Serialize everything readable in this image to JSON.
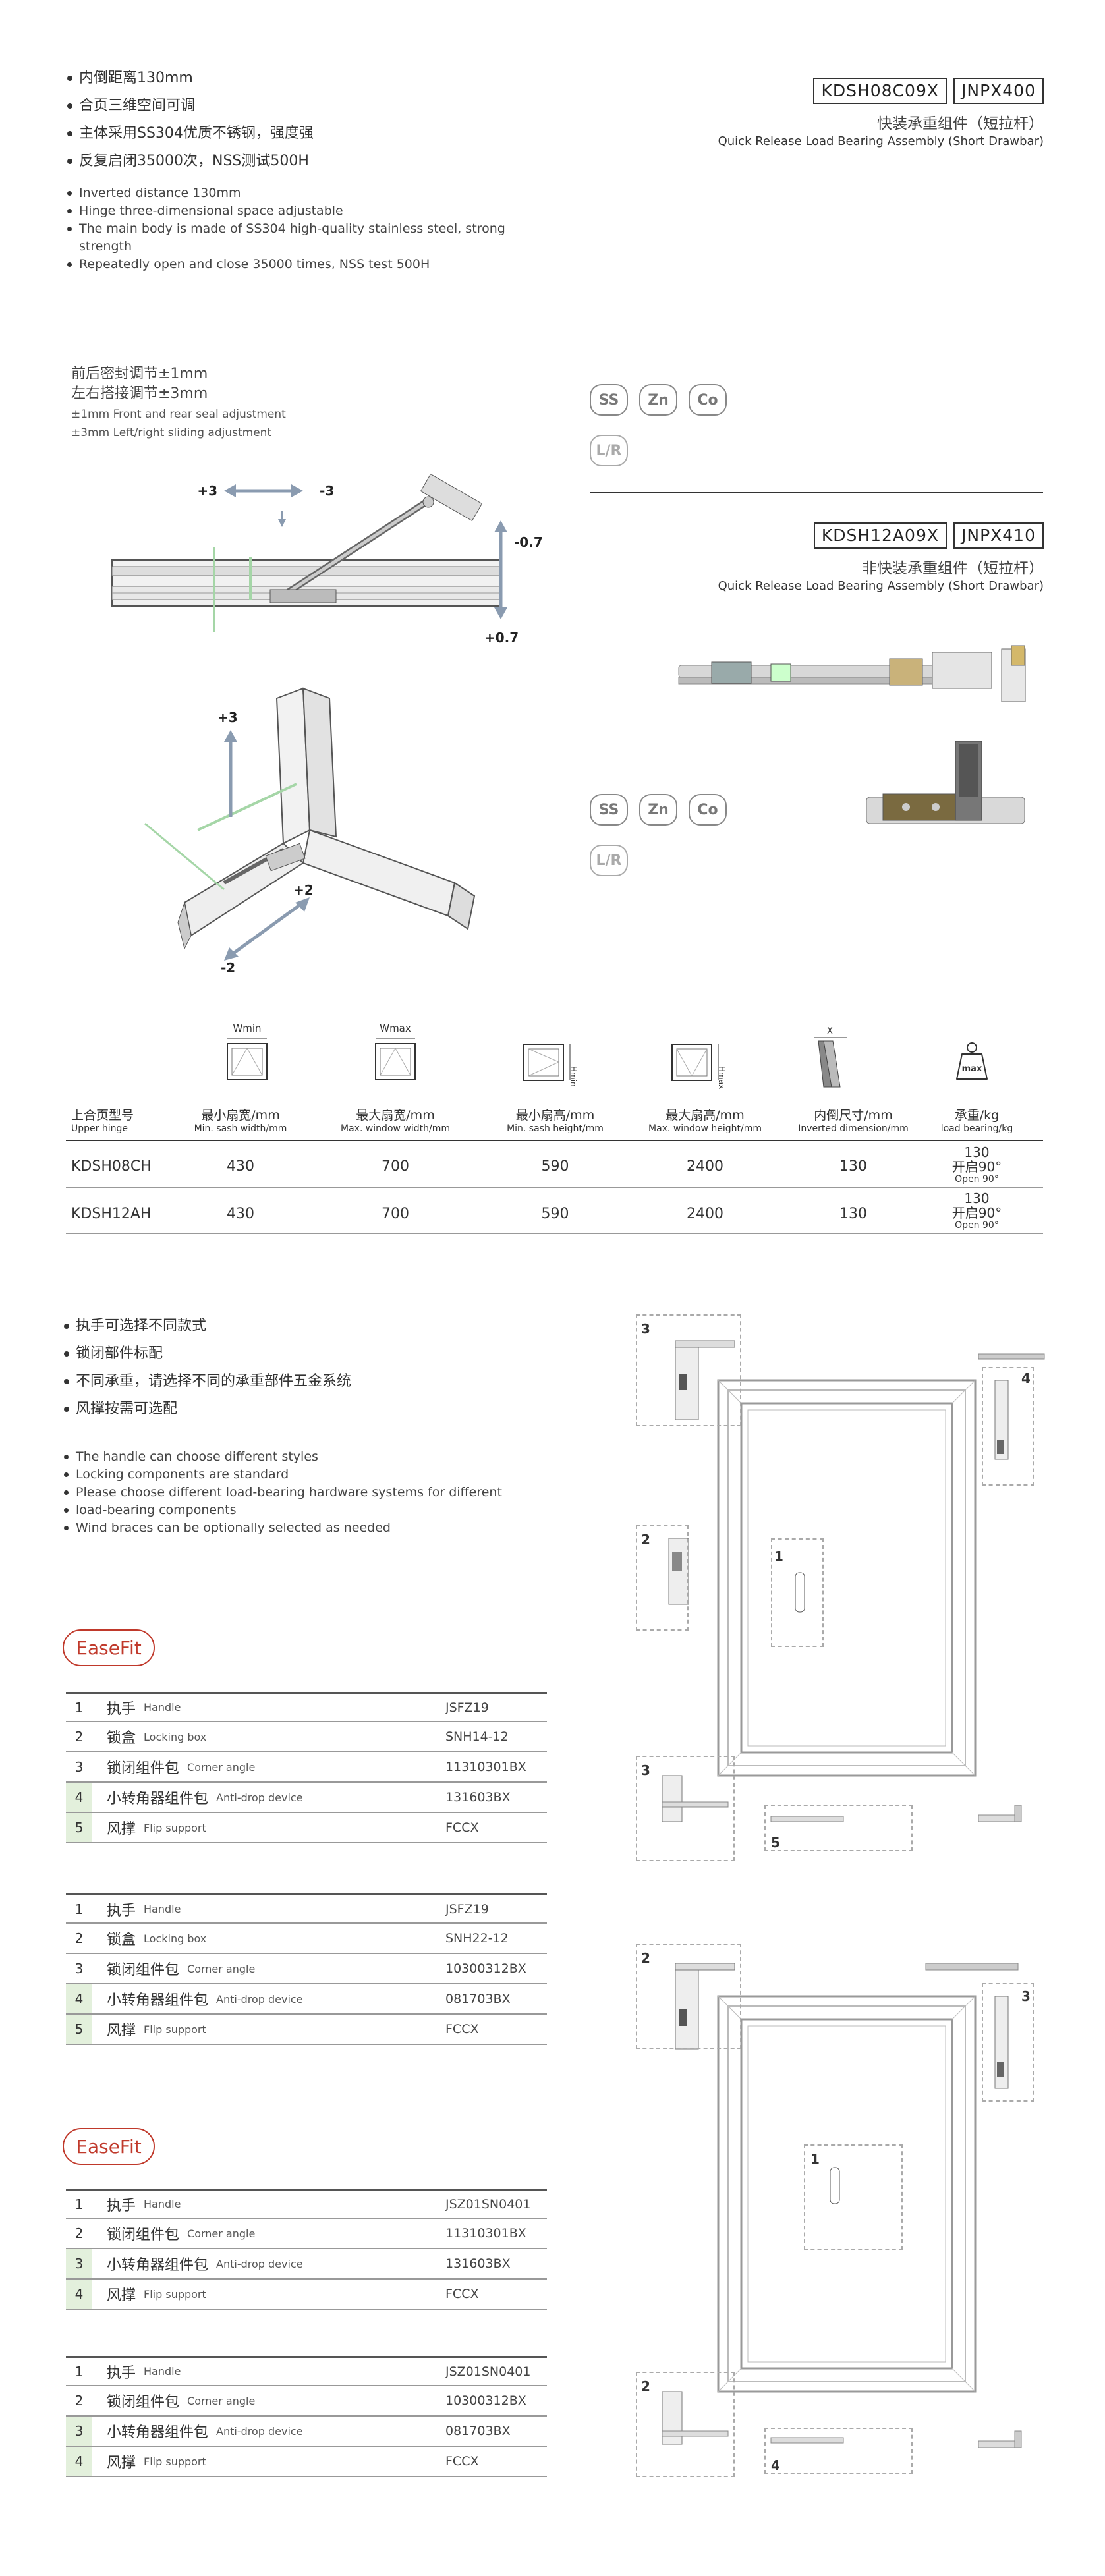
{
  "features_top": {
    "cn": [
      "内倒距离130mm",
      "合页三维空间可调",
      "主体采用SS304优质不锈钢，强度强",
      "反复启闭35000次，NSS测试500H"
    ],
    "en": [
      "Inverted distance 130mm",
      "Hinge three-dimensional space adjustable",
      "The main body is made of SS304 high-quality stainless steel, strong strength",
      "Repeatedly open and close 35000 times, NSS test 500H"
    ]
  },
  "product1": {
    "model1": "KDSH08C09X",
    "model2": "JNPX400",
    "name_cn": "快装承重组件（短拉杆）",
    "name_en": "Quick Release Load Bearing Assembly (Short Drawbar)"
  },
  "product2": {
    "model1": "KDSH12A09X",
    "model2": "JNPX410",
    "name_cn": "非快装承重组件（短拉杆）",
    "name_en": "Quick Release Load Bearing Assembly (Short Drawbar)"
  },
  "adjustment": {
    "cn1": "前后密封调节±1mm",
    "cn2": "左右搭接调节±3mm",
    "en1": "±1mm Front and rear seal adjustment",
    "en2": "±3mm Left/right sliding adjustment"
  },
  "diagram_labels": {
    "plus3": "+3",
    "minus3": "-3",
    "minus07": "-0.7",
    "plus07": "+0.7",
    "plus3b": "+3",
    "plus2": "+2",
    "minus2": "-2"
  },
  "materials": [
    "SS",
    "Zn",
    "Co",
    "L/R"
  ],
  "spec_icons": {
    "wmin": "Wmin",
    "wmax": "Wmax",
    "hmin": "Hmin",
    "hmax": "Hmax",
    "x": "X",
    "max": "max"
  },
  "spec_headers": [
    {
      "cn": "上合页型号",
      "en": "Upper hinge"
    },
    {
      "cn": "最小扇宽/mm",
      "en": "Min. sash width/mm"
    },
    {
      "cn": "最大扇宽/mm",
      "en": "Max. window width/mm"
    },
    {
      "cn": "最小扇高/mm",
      "en": "Min. sash height/mm"
    },
    {
      "cn": "最大扇高/mm",
      "en": "Max. window height/mm"
    },
    {
      "cn": "内倒尺寸/mm",
      "en": "Inverted dimension/mm"
    },
    {
      "cn": "承重/kg",
      "en": "load bearing/kg"
    }
  ],
  "spec_rows": [
    {
      "model": "KDSH08CH",
      "minw": "430",
      "maxw": "700",
      "minh": "590",
      "maxh": "2400",
      "inv": "130",
      "load": "130",
      "open_cn": "开启90°",
      "open_en": "Open 90°"
    },
    {
      "model": "KDSH12AH",
      "minw": "430",
      "maxw": "700",
      "minh": "590",
      "maxh": "2400",
      "inv": "130",
      "load": "130",
      "open_cn": "开启90°",
      "open_en": "Open 90°"
    }
  ],
  "features_mid": {
    "cn": [
      "执手可选择不同款式",
      "锁闭部件标配",
      "不同承重，请选择不同的承重部件五金系统",
      "风撑按需可选配"
    ],
    "en": [
      "The handle can choose different styles",
      "Locking components are standard",
      "Please choose different load-bearing hardware systems for different",
      "load-bearing components",
      "Wind braces can be optionally selected as needed"
    ],
    "en_bullets": [
      true,
      false,
      true,
      true,
      true
    ]
  },
  "easefit_label": "EaseFit",
  "table1": [
    {
      "n": "1",
      "cn": "执手",
      "en": "Handle",
      "code": "JSFZ19",
      "green": false
    },
    {
      "n": "2",
      "cn": "锁盒",
      "en": "Locking box",
      "code": "SNH14-12",
      "green": false
    },
    {
      "n": "3",
      "cn": "锁闭组件包",
      "en": "Corner angle",
      "code": "11310301BX",
      "green": false
    },
    {
      "n": "4",
      "cn": "小转角器组件包",
      "en": "Anti-drop device",
      "code": "131603BX",
      "green": true
    },
    {
      "n": "5",
      "cn": "风撑",
      "en": "Flip support",
      "code": "FCCX",
      "green": true
    }
  ],
  "table2": [
    {
      "n": "1",
      "cn": "执手",
      "en": "Handle",
      "code": "JSFZ19",
      "green": false
    },
    {
      "n": "2",
      "cn": "锁盒",
      "en": "Locking box",
      "code": "SNH22-12",
      "green": false
    },
    {
      "n": "3",
      "cn": "锁闭组件包",
      "en": "Corner angle",
      "code": "10300312BX",
      "green": false
    },
    {
      "n": "4",
      "cn": "小转角器组件包",
      "en": "Anti-drop device",
      "code": "081703BX",
      "green": true
    },
    {
      "n": "5",
      "cn": "风撑",
      "en": "Flip support",
      "code": "FCCX",
      "green": true
    }
  ],
  "table3": [
    {
      "n": "1",
      "cn": "执手",
      "en": "Handle",
      "code": "JSZ01SN0401",
      "green": false
    },
    {
      "n": "2",
      "cn": "锁闭组件包",
      "en": "Corner angle",
      "code": "11310301BX",
      "green": false
    },
    {
      "n": "3",
      "cn": "小转角器组件包",
      "en": "Anti-drop device",
      "code": "131603BX",
      "green": true
    },
    {
      "n": "4",
      "cn": "风撑",
      "en": "Flip support",
      "code": "FCCX",
      "green": true
    }
  ],
  "table4": [
    {
      "n": "1",
      "cn": "执手",
      "en": "Handle",
      "code": "JSZ01SN0401",
      "green": false
    },
    {
      "n": "2",
      "cn": "锁闭组件包",
      "en": "Corner angle",
      "code": "10300312BX",
      "green": false
    },
    {
      "n": "3",
      "cn": "小转角器组件包",
      "en": "Anti-drop device",
      "code": "081703BX",
      "green": true
    },
    {
      "n": "4",
      "cn": "风撑",
      "en": "Flip support",
      "code": "FCCX",
      "green": true
    }
  ],
  "window1_callouts": [
    "1",
    "2",
    "3",
    "3",
    "4",
    "5"
  ],
  "window2_callouts": [
    "1",
    "2",
    "2",
    "3",
    "4"
  ]
}
